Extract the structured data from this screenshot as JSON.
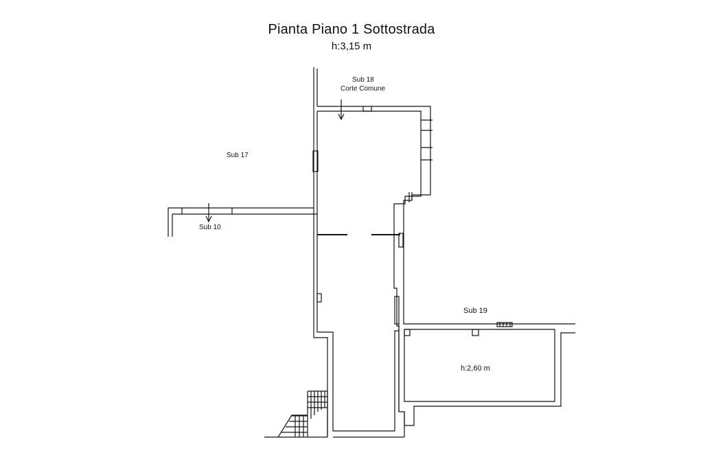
{
  "drawing": {
    "title": "Pianta Piano 1 Sottostrada",
    "height_note": "h:3,15 m"
  },
  "labels": {
    "sub18_line1": "Sub 18",
    "sub18_line2": "Corte Comune",
    "sub17": "Sub 17",
    "sub10": "Sub 10",
    "sub19": "Sub 19",
    "annex_height": "h:2,60 m"
  },
  "colors": {
    "wall": "#111111",
    "background": "#ffffff"
  }
}
